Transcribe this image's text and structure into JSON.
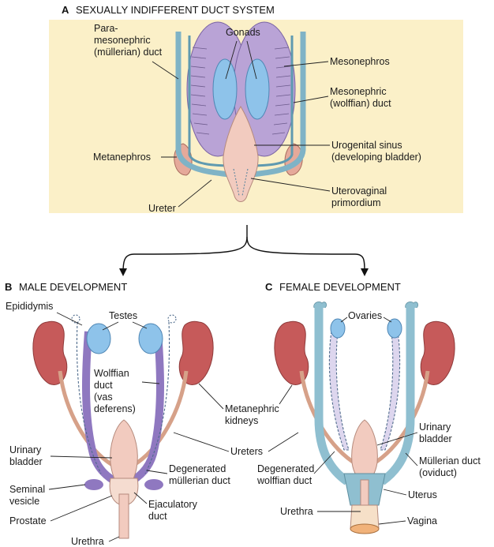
{
  "colors": {
    "panel_bg": "#fbf0c8",
    "mesonephros": "#b9a3d6",
    "gonad": "#8ec3ea",
    "duct_blue": "#7fb3c6",
    "kidney": "#c65a5a",
    "bladder": "#f2cbbf",
    "wolffian": "#8f78c0"
  },
  "panel_a": {
    "letter": "A",
    "heading": "SEXUALLY INDIFFERENT DUCT SYSTEM",
    "labels": {
      "paramesonephric_1": "Para-",
      "paramesonephric_2": "mesonephric",
      "paramesonephric_3": "(müllerian) duct",
      "gonads": "Gonads",
      "mesonephros": "Mesonephros",
      "mesonephric_1": "Mesonephric",
      "mesonephric_2": "(wolffian) duct",
      "metanephros": "Metanephros",
      "urogenital_1": "Urogenital sinus",
      "urogenital_2": "(developing bladder)",
      "ureter": "Ureter",
      "uterovaginal_1": "Uterovaginal",
      "uterovaginal_2": "primordium"
    }
  },
  "panel_b": {
    "letter": "B",
    "heading": "MALE DEVELOPMENT",
    "labels": {
      "epididymis": "Epididymis",
      "testes": "Testes",
      "wolffian_1": "Wolffian",
      "wolffian_2": "duct",
      "wolffian_3": "(vas",
      "wolffian_4": "deferens)",
      "urinary_1": "Urinary",
      "urinary_2": "bladder",
      "degenerated_mullerian_1": "Degenerated",
      "degenerated_mullerian_2": "müllerian duct",
      "seminal_1": "Seminal",
      "seminal_2": "vesicle",
      "prostate": "Prostate",
      "ejaculatory_1": "Ejaculatory",
      "ejaculatory_2": "duct",
      "urethra": "Urethra"
    }
  },
  "shared_labels": {
    "metanephric_1": "Metanephric",
    "metanephric_2": "kidneys",
    "ureters": "Ureters"
  },
  "panel_c": {
    "letter": "C",
    "heading": "FEMALE DEVELOPMENT",
    "labels": {
      "ovaries": "Ovaries",
      "urinary_1": "Urinary",
      "urinary_2": "bladder",
      "mullerian_1": "Müllerian duct",
      "mullerian_2": "(oviduct)",
      "degenerated_wolffian_1": "Degenerated",
      "degenerated_wolffian_2": "wolffian duct",
      "uterus": "Uterus",
      "urethra": "Urethra",
      "vagina": "Vagina"
    }
  }
}
